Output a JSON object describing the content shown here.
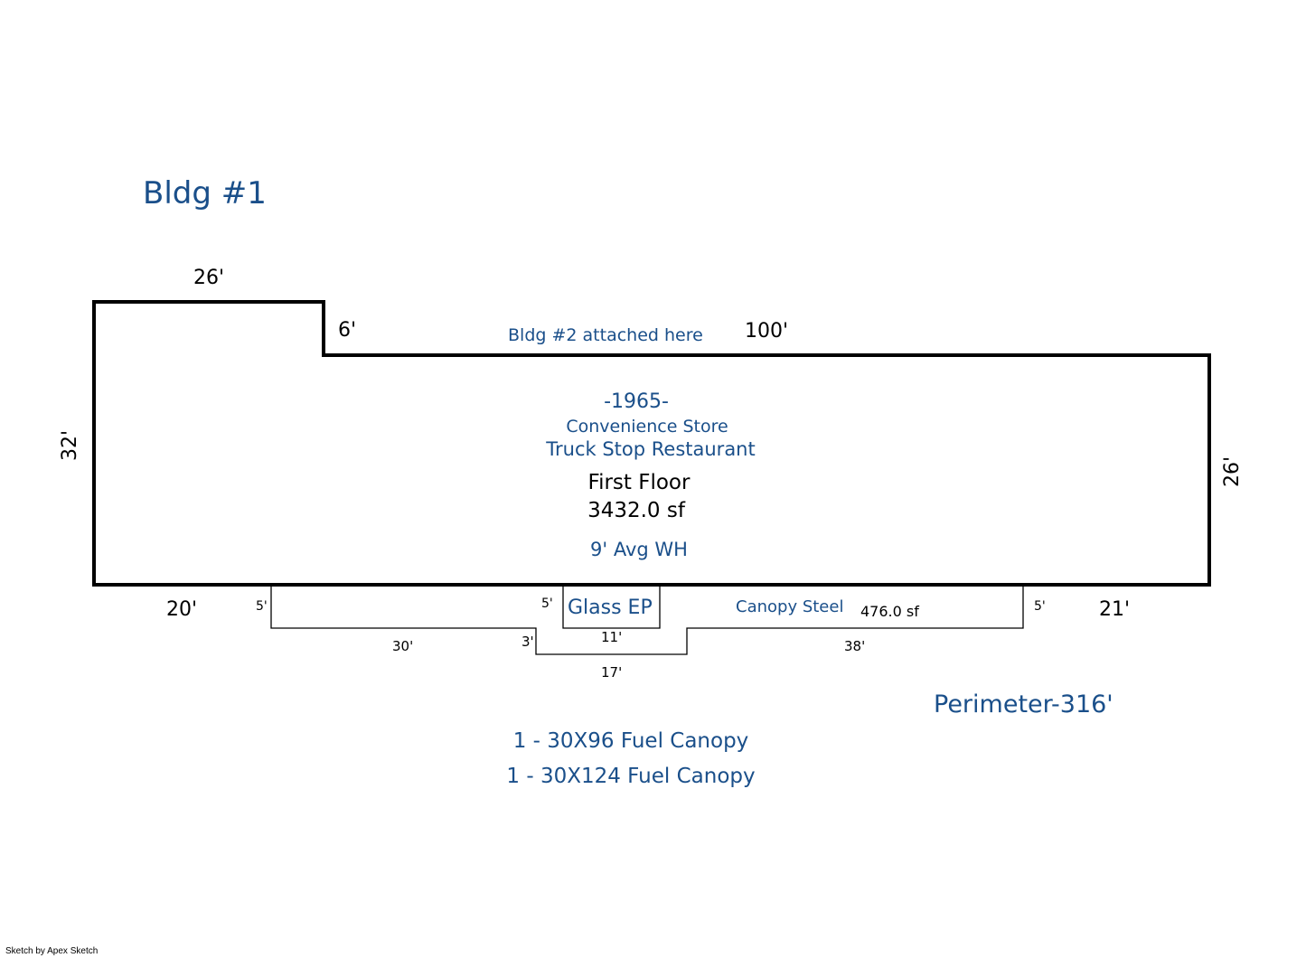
{
  "title": "Bldg #1",
  "colors": {
    "label_blue": "#1a4f8a",
    "outline": "#000000"
  },
  "main_dims": {
    "top_left": "26'",
    "step": "6'",
    "top_right": "100'",
    "left": "32'",
    "right": "26'",
    "bottom_left": "20'",
    "bottom_right": "21'"
  },
  "attached_note": "Bldg #2 attached here",
  "area_info": {
    "year": "-1965-",
    "use1": "Convenience Store",
    "use2": "Truck Stop Restaurant",
    "floor": "First Floor",
    "area": "3432.0 sf",
    "wall_height": "9' Avg WH"
  },
  "addition_dims": {
    "left_drop": "5'",
    "inner_drop": "5'",
    "right_drop": "5'",
    "seg_30": "30'",
    "seg_3": "3'",
    "seg_11": "11'",
    "seg_17": "17'",
    "seg_38": "38'"
  },
  "glass_ep": "Glass EP",
  "canopy_label": "Canopy Steel",
  "canopy_area": "476.0 sf",
  "perimeter": "Perimeter-316'",
  "notes": [
    "1 - 30X96 Fuel Canopy",
    "1 - 30X124 Fuel Canopy"
  ],
  "footer": "Sketch by Apex Sketch"
}
